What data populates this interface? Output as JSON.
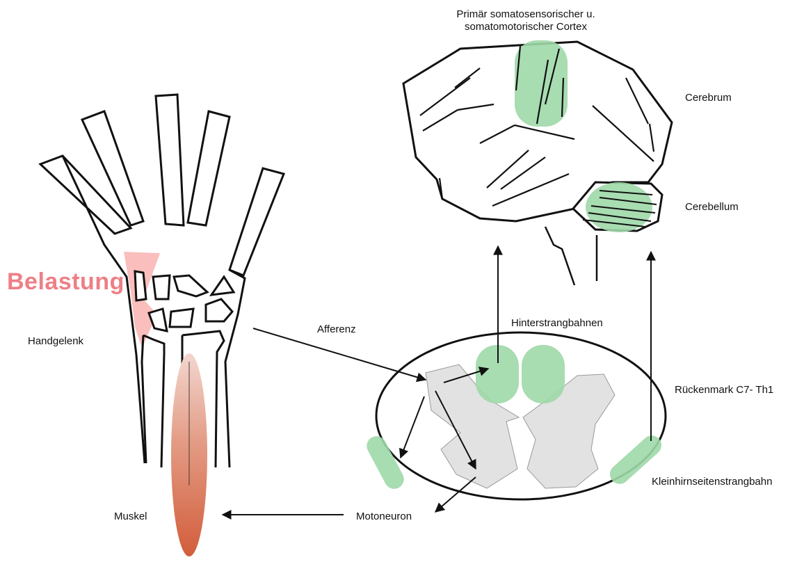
{
  "labels": {
    "cortex_line1": "Primär somatosensorischer u.",
    "cortex_line2": "somatomotorischer Cortex",
    "cerebrum": "Cerebrum",
    "cerebellum": "Cerebellum",
    "belastung": "Belastung",
    "handgelenk": "Handgelenk",
    "afferenz": "Afferenz",
    "hinterstrangbahnen": "Hinterstrangbahnen",
    "rueckenmark": "Rückenmark C7- Th1",
    "kleinhirnseitenstrangbahn": "Kleinhirnseitenstrangbahn",
    "motoneuron": "Motoneuron",
    "muskel": "Muskel"
  },
  "colors": {
    "stroke": "#111111",
    "green_region": "#9fd8a8",
    "gray_matter": "#e2e2e2",
    "pain_red": "#f7a8a6",
    "muscle_top": "#f2d3cc",
    "muscle_bottom": "#d2613e"
  }
}
